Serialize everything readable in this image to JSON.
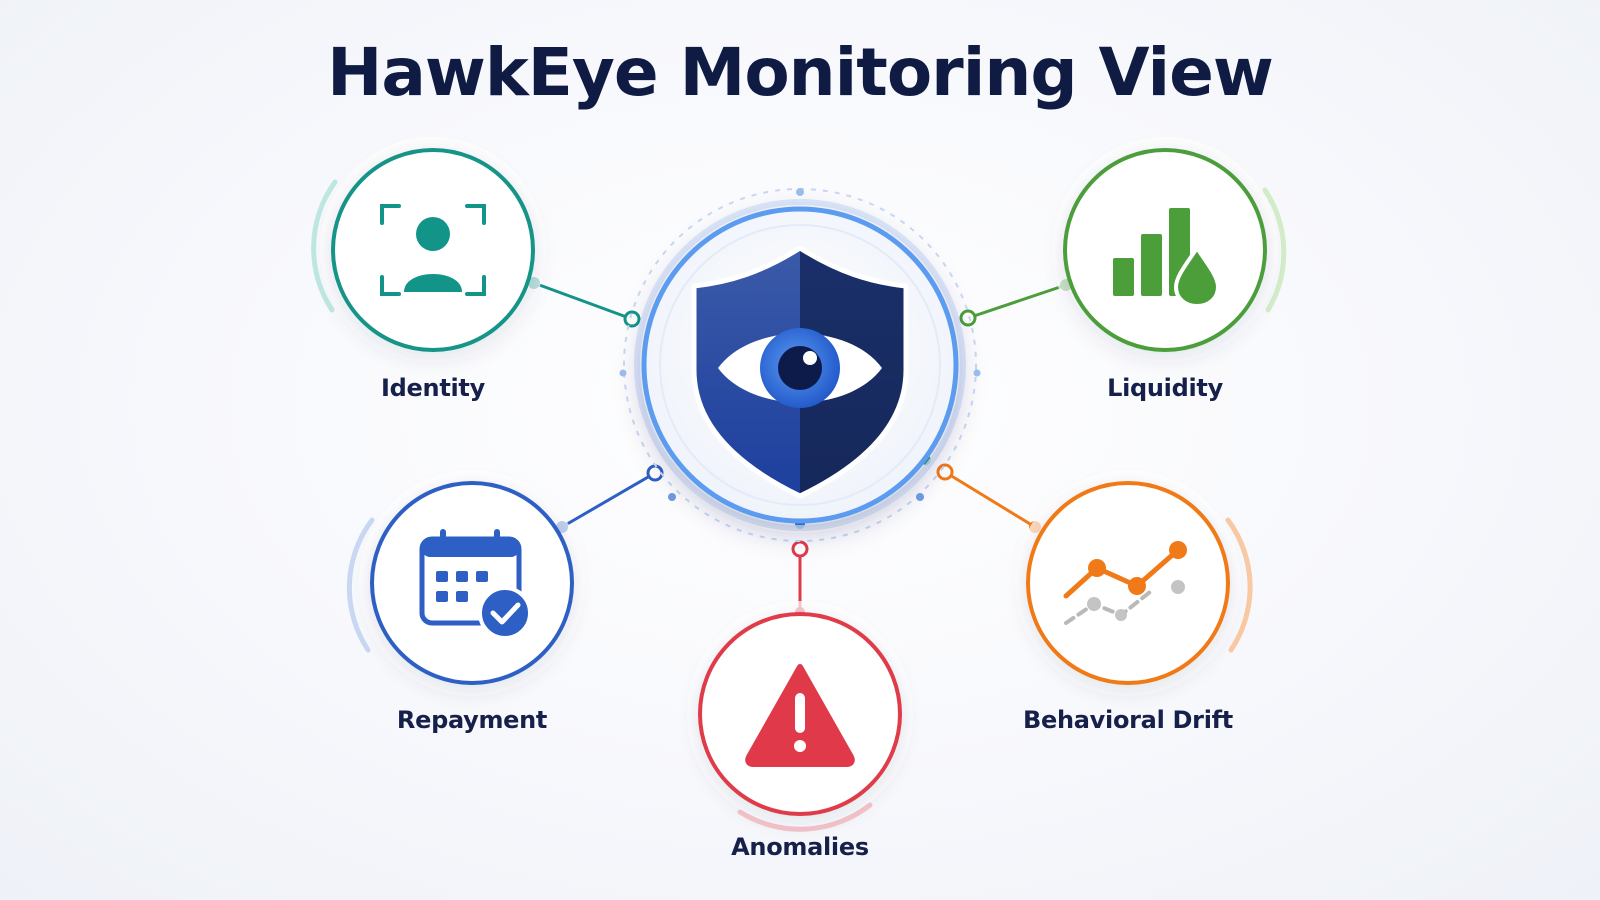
{
  "title": "HawkEye Monitoring View",
  "hub": {
    "icon": "shield-eye-icon",
    "color": "#1e3a8a",
    "ring_color": "#5b9cf0"
  },
  "nodes": [
    {
      "id": "identity",
      "label": "Identity",
      "icon": "user-scan-icon",
      "color": "#139488"
    },
    {
      "id": "liquidity",
      "label": "Liquidity",
      "icon": "bar-chart-droplet-icon",
      "color": "#4c9e3a"
    },
    {
      "id": "repayment",
      "label": "Repayment",
      "icon": "calendar-check-icon",
      "color": "#2d5fc4"
    },
    {
      "id": "behavioral-drift",
      "label": "Behavioral Drift",
      "icon": "trend-line-icon",
      "color": "#f07a18"
    },
    {
      "id": "anomalies",
      "label": "Anomalies",
      "icon": "warning-triangle-icon",
      "color": "#e03a4a"
    }
  ]
}
